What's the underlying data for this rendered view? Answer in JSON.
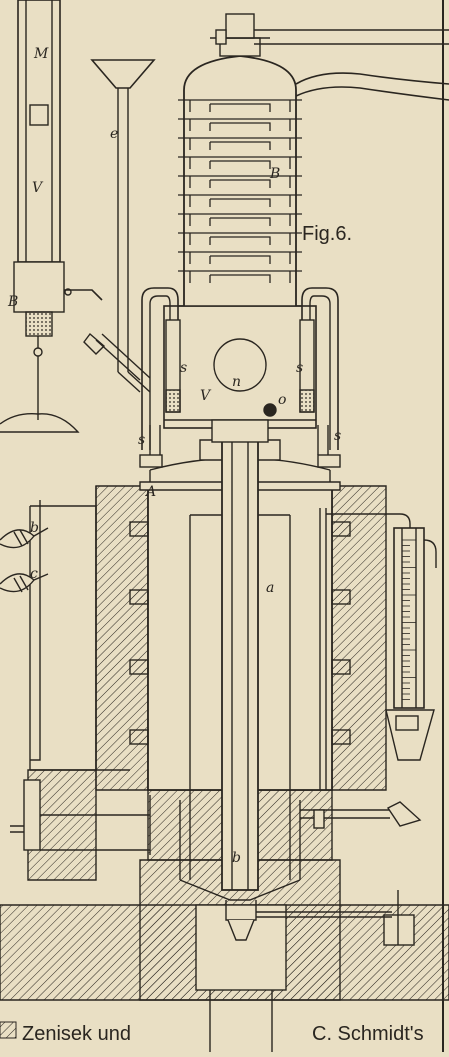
{
  "figure": {
    "label": "Fig.6.",
    "paper_color": "#e9dfc4",
    "ink_color": "#2a2620"
  },
  "letters": {
    "M": "M",
    "V_left": "V",
    "B_left": "B",
    "e": "e",
    "B_column": "B",
    "n": "n",
    "V_center": "V",
    "s_left_inner": "s",
    "s_right_inner": "s",
    "o": "o",
    "s_left_outer": "s",
    "s_right_outer": "s",
    "A": "A",
    "a": "a",
    "b_center": "b",
    "b_left": "b",
    "c_left": "c"
  },
  "footer": {
    "left_text": "Zenisek und",
    "right_text": "C. Schmidt's"
  },
  "icons": {
    "swatch": "hatched-swatch-icon",
    "arrow": "up-arrow-icon"
  }
}
